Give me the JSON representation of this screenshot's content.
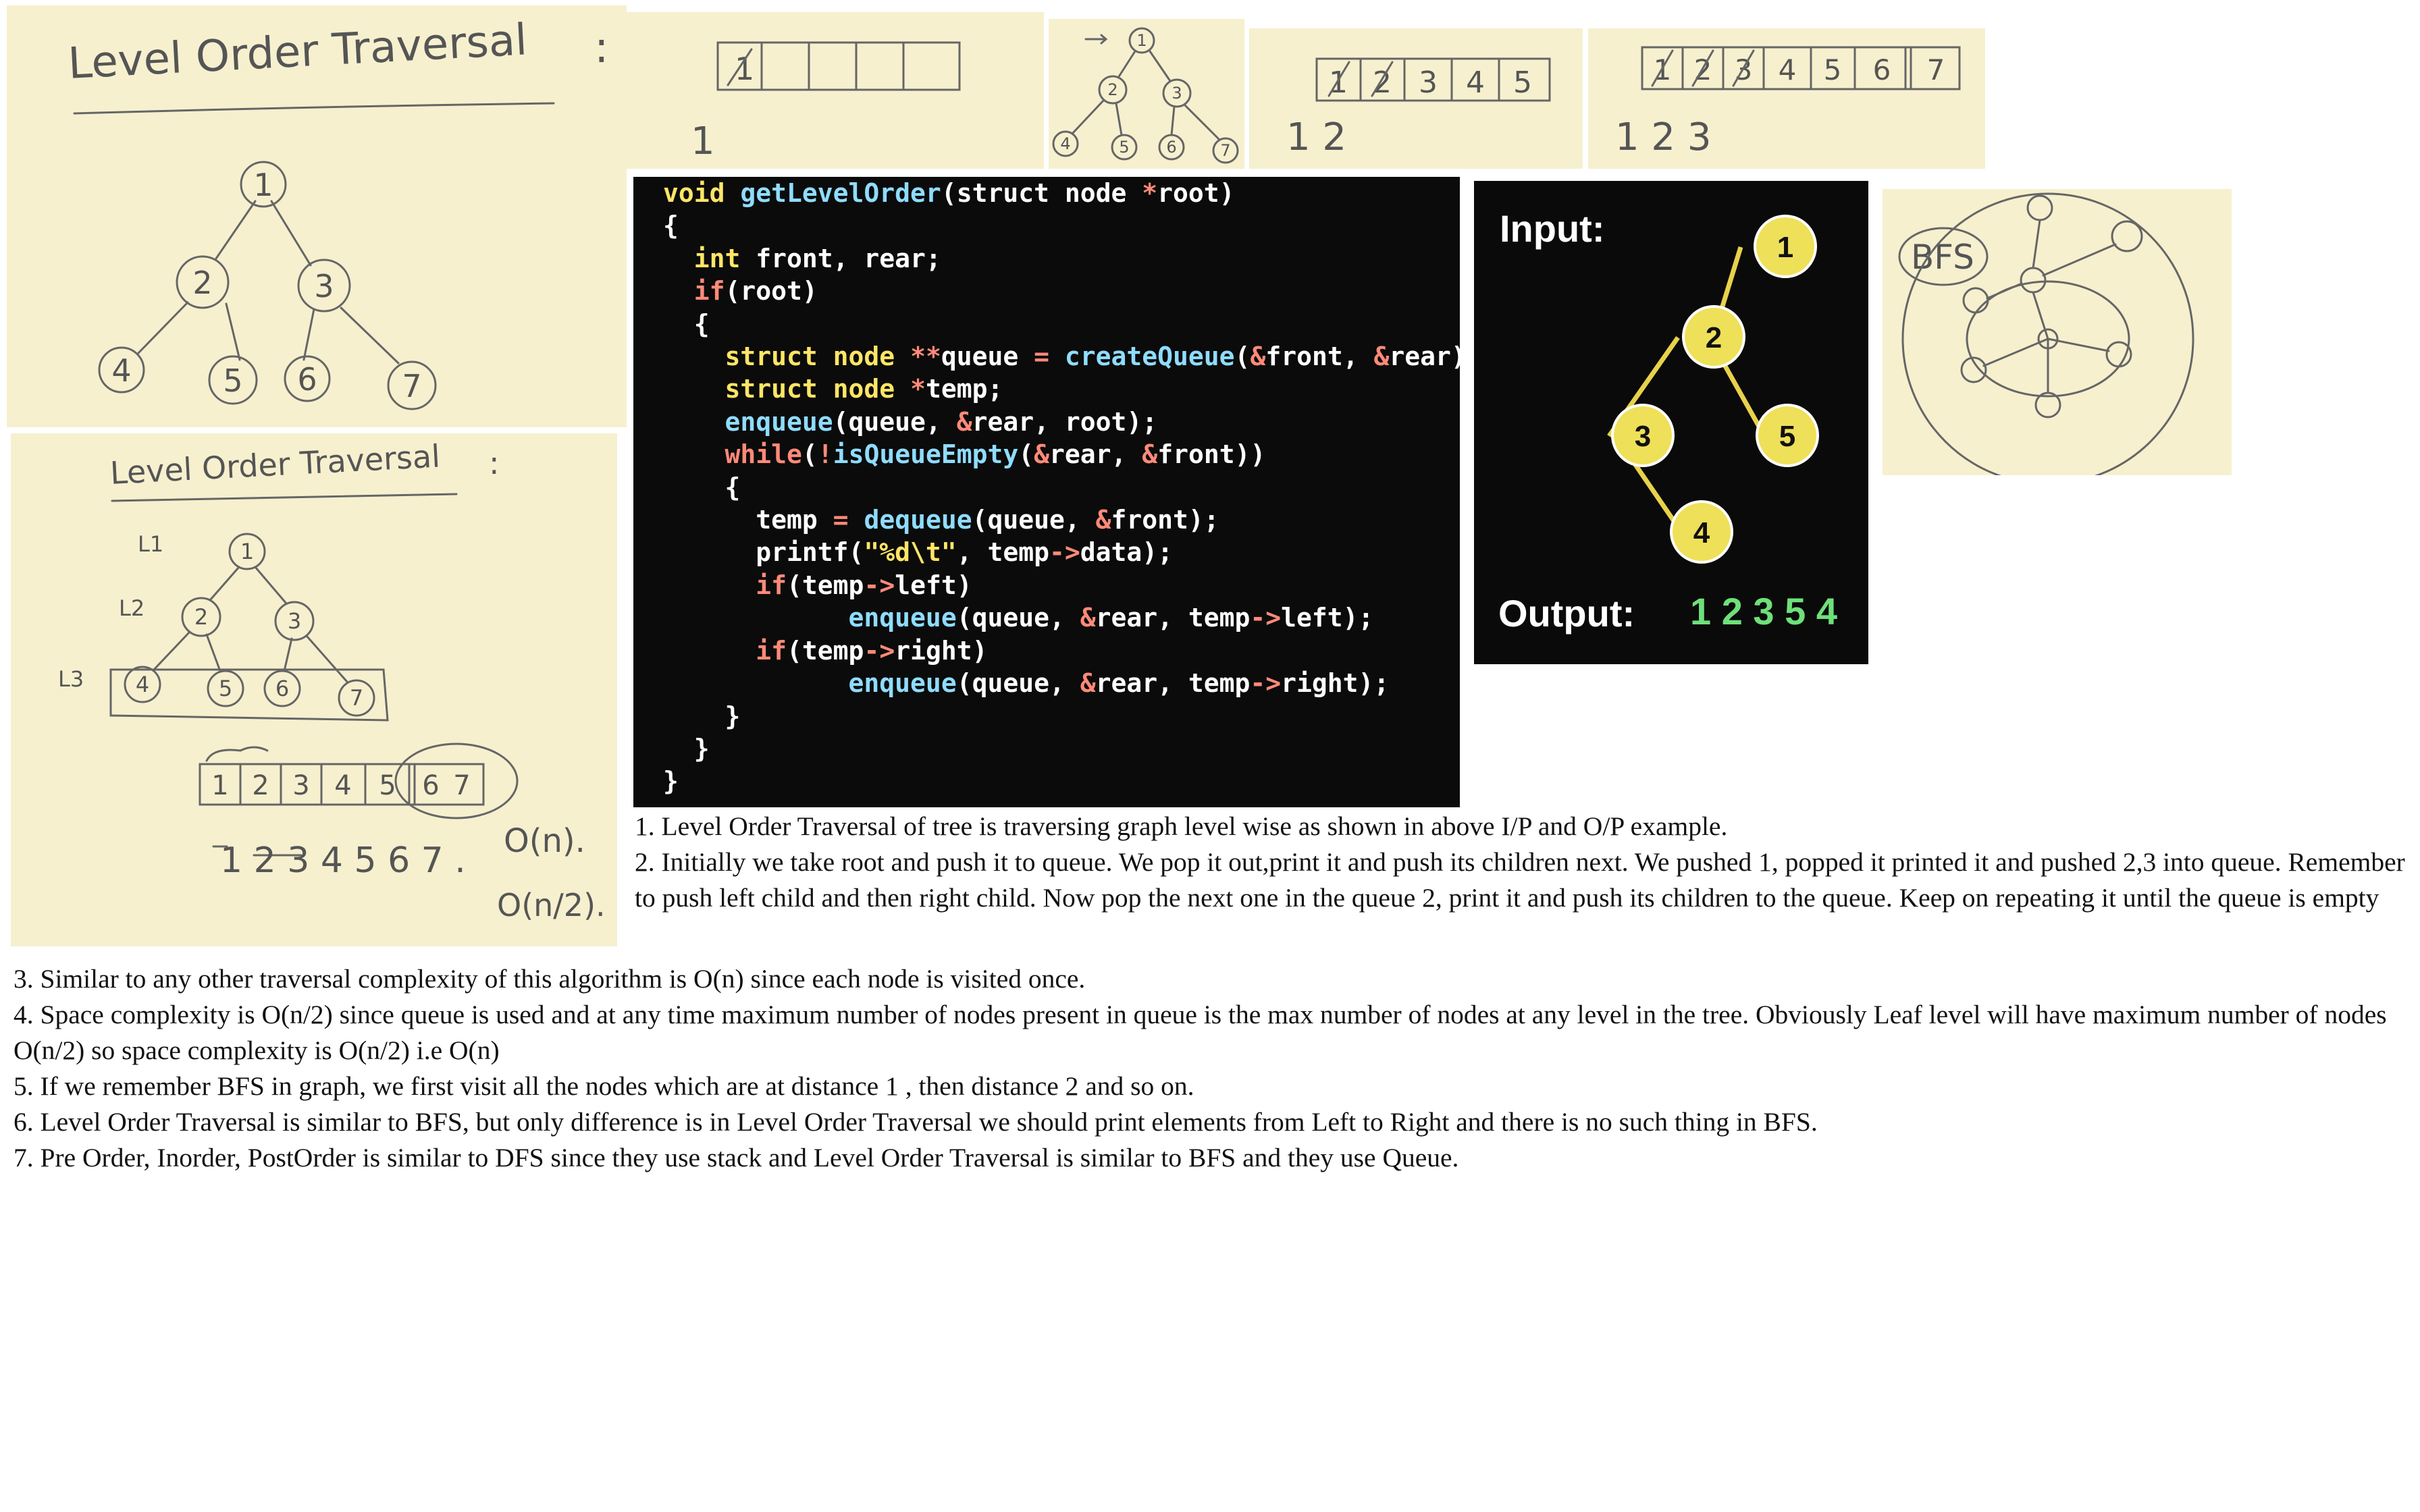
{
  "sketches": {
    "title_top": "Level Order Traversal",
    "title_mid": "Level Order Traversal",
    "colon": ":",
    "tree_nodes": [
      "1",
      "2",
      "3",
      "4",
      "5",
      "6",
      "7"
    ],
    "level_labels": [
      "L1",
      "L2",
      "L3"
    ],
    "queue_full": [
      "1",
      "2",
      "3",
      "4",
      "5",
      "6",
      "7"
    ],
    "output_sequence": "1 2 3 4 5 6 7 .",
    "time_complexity": "O(n).",
    "space_complexity": "O(n/2).",
    "step1_queue": [
      "1",
      "",
      "",
      "",
      ""
    ],
    "step1_output": "1",
    "step3_queue": [
      "1",
      "2",
      "3",
      "4",
      "5"
    ],
    "step3_output": "1 2",
    "step4_queue": [
      "1",
      "2",
      "3",
      "4",
      "5",
      "6",
      "7"
    ],
    "step4_output": "1 2 3",
    "bfs_label": "BFS"
  },
  "code": {
    "lines": [
      [
        {
          "t": "void ",
          "c": "k"
        },
        {
          "t": "getLevelOrder",
          "c": "f"
        },
        {
          "t": "(struct node ",
          "c": ""
        },
        {
          "t": "*",
          "c": "r"
        },
        {
          "t": "root)",
          "c": ""
        }
      ],
      [
        {
          "t": "{",
          "c": ""
        }
      ],
      [
        {
          "t": "  ",
          "c": ""
        },
        {
          "t": "int ",
          "c": "k"
        },
        {
          "t": "front, rear;",
          "c": ""
        }
      ],
      [
        {
          "t": "  ",
          "c": ""
        },
        {
          "t": "if",
          "c": "r"
        },
        {
          "t": "(root)",
          "c": ""
        }
      ],
      [
        {
          "t": "  {",
          "c": ""
        }
      ],
      [
        {
          "t": "    ",
          "c": ""
        },
        {
          "t": "struct node ",
          "c": "k"
        },
        {
          "t": "**",
          "c": "r"
        },
        {
          "t": "queue ",
          "c": ""
        },
        {
          "t": "= ",
          "c": "r"
        },
        {
          "t": "createQueue",
          "c": "f"
        },
        {
          "t": "(",
          "c": ""
        },
        {
          "t": "&",
          "c": "r"
        },
        {
          "t": "front, ",
          "c": ""
        },
        {
          "t": "&",
          "c": "r"
        },
        {
          "t": "rear);",
          "c": ""
        }
      ],
      [
        {
          "t": "    ",
          "c": ""
        },
        {
          "t": "struct node ",
          "c": "k"
        },
        {
          "t": "*",
          "c": "r"
        },
        {
          "t": "temp;",
          "c": ""
        }
      ],
      [
        {
          "t": "    ",
          "c": ""
        },
        {
          "t": "enqueue",
          "c": "f"
        },
        {
          "t": "(queue, ",
          "c": ""
        },
        {
          "t": "&",
          "c": "r"
        },
        {
          "t": "rear, root);",
          "c": ""
        }
      ],
      [
        {
          "t": "    ",
          "c": ""
        },
        {
          "t": "while",
          "c": "r"
        },
        {
          "t": "(",
          "c": ""
        },
        {
          "t": "!",
          "c": "r"
        },
        {
          "t": "isQueueEmpty",
          "c": "f"
        },
        {
          "t": "(",
          "c": ""
        },
        {
          "t": "&",
          "c": "r"
        },
        {
          "t": "rear, ",
          "c": ""
        },
        {
          "t": "&",
          "c": "r"
        },
        {
          "t": "front))",
          "c": ""
        }
      ],
      [
        {
          "t": "    {",
          "c": ""
        }
      ],
      [
        {
          "t": "      temp ",
          "c": ""
        },
        {
          "t": "= ",
          "c": "r"
        },
        {
          "t": "dequeue",
          "c": "f"
        },
        {
          "t": "(queue, ",
          "c": ""
        },
        {
          "t": "&",
          "c": "r"
        },
        {
          "t": "front);",
          "c": ""
        }
      ],
      [
        {
          "t": "      printf(",
          "c": ""
        },
        {
          "t": "\"%d\\t\"",
          "c": "s"
        },
        {
          "t": ", temp",
          "c": ""
        },
        {
          "t": "->",
          "c": "r"
        },
        {
          "t": "data);",
          "c": ""
        }
      ],
      [
        {
          "t": "      ",
          "c": ""
        },
        {
          "t": "if",
          "c": "r"
        },
        {
          "t": "(temp",
          "c": ""
        },
        {
          "t": "->",
          "c": "r"
        },
        {
          "t": "left)",
          "c": ""
        }
      ],
      [
        {
          "t": "            ",
          "c": ""
        },
        {
          "t": "enqueue",
          "c": "f"
        },
        {
          "t": "(queue, ",
          "c": ""
        },
        {
          "t": "&",
          "c": "r"
        },
        {
          "t": "rear, temp",
          "c": ""
        },
        {
          "t": "->",
          "c": "r"
        },
        {
          "t": "left);",
          "c": ""
        }
      ],
      [
        {
          "t": "      ",
          "c": ""
        },
        {
          "t": "if",
          "c": "r"
        },
        {
          "t": "(temp",
          "c": ""
        },
        {
          "t": "->",
          "c": "r"
        },
        {
          "t": "right)",
          "c": ""
        }
      ],
      [
        {
          "t": "            ",
          "c": ""
        },
        {
          "t": "enqueue",
          "c": "f"
        },
        {
          "t": "(queue, ",
          "c": ""
        },
        {
          "t": "&",
          "c": "r"
        },
        {
          "t": "rear, temp",
          "c": ""
        },
        {
          "t": "->",
          "c": "r"
        },
        {
          "t": "right);",
          "c": ""
        }
      ],
      [
        {
          "t": "    }",
          "c": ""
        }
      ],
      [
        {
          "t": "  }",
          "c": ""
        }
      ],
      [
        {
          "t": "}",
          "c": ""
        }
      ]
    ]
  },
  "io": {
    "input_label": "Input:",
    "output_label": "Output:",
    "output_values": "1 2 3 5 4",
    "nodes": [
      "1",
      "2",
      "3",
      "5",
      "4"
    ]
  },
  "notes": {
    "p1": "1. Level Order Traversal of tree is traversing graph level wise as shown in above I/P and O/P example.",
    "p2": "2. Initially we take root and push it to queue. We pop it out,print it and push its children next. We pushed 1, popped it printed it and pushed 2,3 into queue. Remember to push left child and then right child. Now pop the next one in the queue 2, print it and push its children to the queue. Keep on repeating it until the queue is empty",
    "p3": "3. Similar to any other traversal complexity of this algorithm is O(n) since each node is visited once.",
    "p4": "4. Space complexity is O(n/2) since queue is used and at any time maximum number of nodes present in queue is the max number of nodes at any level in the tree. Obviously Leaf level will have maximum number of nodes O(n/2) so space complexity is O(n/2) i.e O(n)",
    "p5": "5. If we remember BFS in graph, we first visit all the nodes which are at distance 1 , then distance 2 and so on.",
    "p6": "6. Level Order Traversal is similar to BFS, but only difference is in Level Order Traversal we should print elements from Left to Right and there is no such thing in BFS.",
    "p7": "7. Pre Order, Inorder, PostOrder is similar to DFS since they use stack and Level Order Traversal is similar to BFS and they use Queue."
  }
}
